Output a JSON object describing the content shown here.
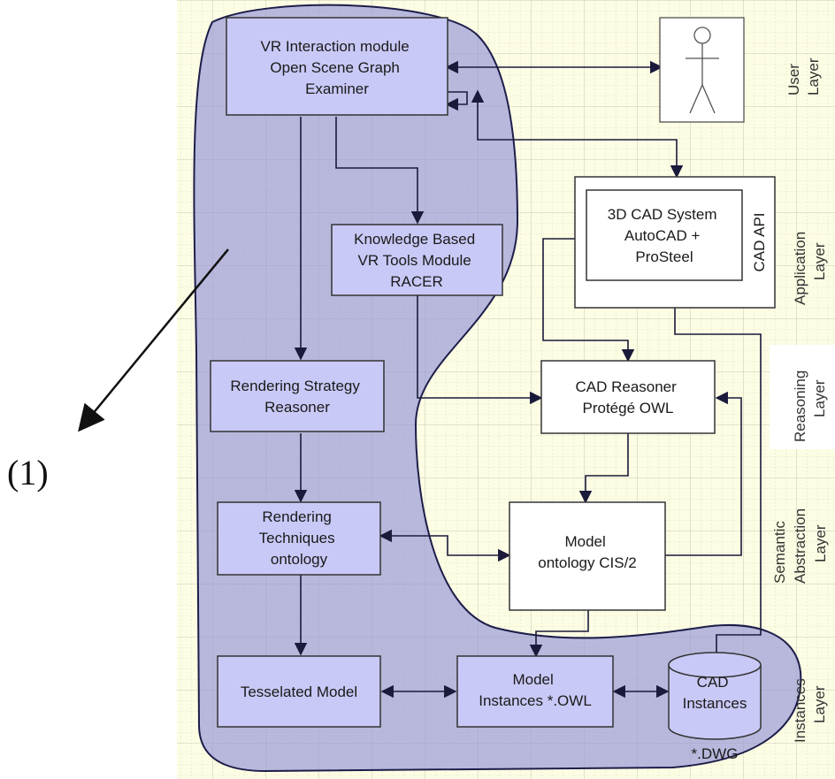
{
  "callout": "(1)",
  "nodes": {
    "vr_interaction": [
      "VR Interaction module",
      "Open Scene Graph",
      "Examiner"
    ],
    "knowledge_based": [
      "Knowledge Based",
      "VR Tools Module",
      "RACER"
    ],
    "cad_system": [
      "3D CAD System",
      "AutoCAD +",
      "ProSteel"
    ],
    "cad_api": "CAD API",
    "rendering_strategy": [
      "Rendering Strategy",
      "Reasoner"
    ],
    "cad_reasoner": [
      "CAD Reasoner",
      "Protégé OWL"
    ],
    "rendering_techniques": [
      "Rendering",
      "Techniques",
      "ontology"
    ],
    "model_ontology": [
      "Model",
      "ontology  CIS/2"
    ],
    "tesselated_model": "Tesselated Model",
    "model_instances": [
      "Model",
      "Instances *.OWL"
    ],
    "cad_instances": [
      "CAD",
      "Instances"
    ],
    "dwg": "*.DWG"
  },
  "layers": {
    "user": [
      "User",
      "Layer"
    ],
    "application": [
      "Application",
      "Layer"
    ],
    "reasoning": [
      "Reasoning",
      "Layer"
    ],
    "semantic": [
      "Semantic",
      "Abstraction",
      "Layer"
    ],
    "instances": [
      "Instances",
      "Layer"
    ]
  },
  "colors": {
    "grid_bg": "#fdfde4",
    "blob_fill": "#9a9ad8",
    "node_fill": "#c9c9f7",
    "white_node": "#ffffff",
    "line": "#222244"
  }
}
